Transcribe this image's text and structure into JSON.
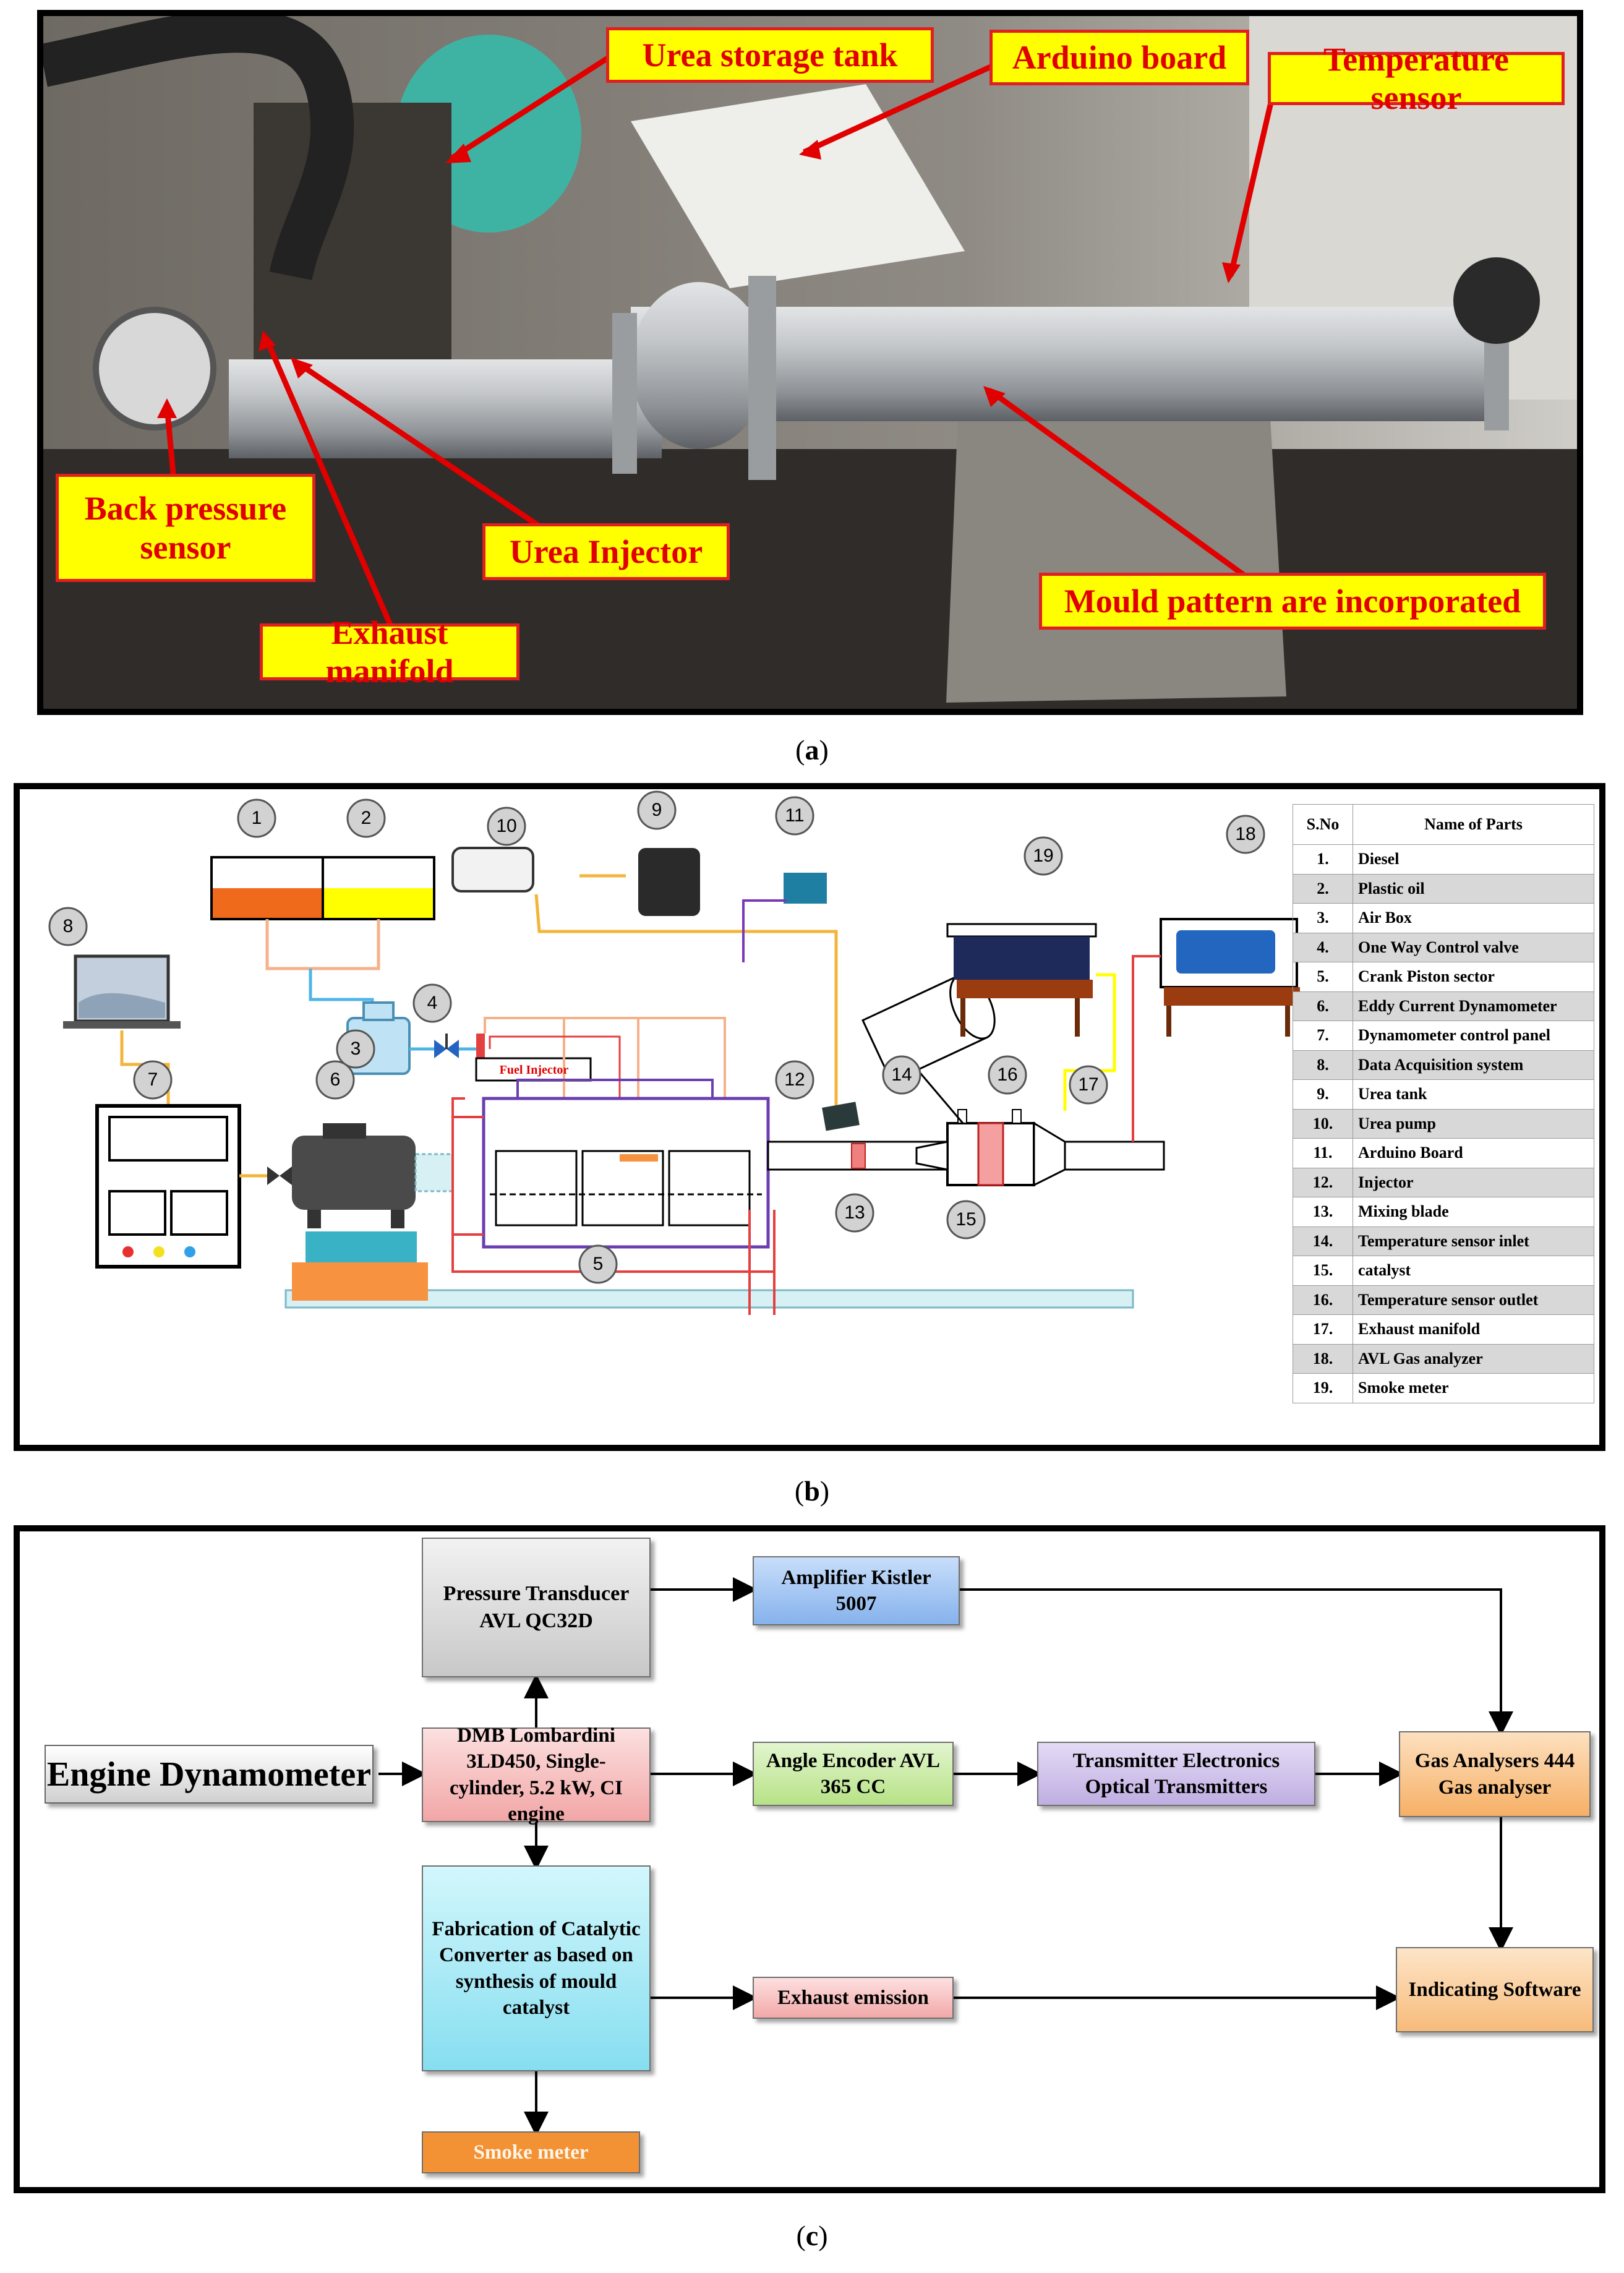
{
  "captions": {
    "a": "a",
    "b": "b",
    "c": "c"
  },
  "panel_a": {
    "callouts": {
      "urea_tank": "Urea storage tank",
      "arduino": "Arduino board",
      "temp_sensor": "Temperature sensor",
      "back_pressure": "Back pressure sensor",
      "urea_injector": "Urea Injector",
      "exhaust_manifold": "Exhaust manifold",
      "mould": "Mould pattern are incorporated"
    }
  },
  "panel_b": {
    "fuel_injector_label": "Fuel Injector",
    "markers": [
      "1",
      "2",
      "3",
      "4",
      "5",
      "6",
      "7",
      "8",
      "9",
      "10",
      "11",
      "12",
      "13",
      "14",
      "15",
      "16",
      "17",
      "18",
      "19"
    ],
    "table": {
      "headers": [
        "S.No",
        "Name of Parts"
      ],
      "rows": [
        [
          "1.",
          "Diesel"
        ],
        [
          "2.",
          "Plastic oil"
        ],
        [
          "3.",
          "Air Box"
        ],
        [
          "4.",
          "One Way Control valve"
        ],
        [
          "5.",
          "Crank Piston sector"
        ],
        [
          "6.",
          "Eddy Current Dynamometer"
        ],
        [
          "7.",
          "Dynamometer  control  panel"
        ],
        [
          "8.",
          "Data  Acquisition system"
        ],
        [
          "9.",
          "Urea tank"
        ],
        [
          "10.",
          "Urea pump"
        ],
        [
          "11.",
          "Arduino Board"
        ],
        [
          "12.",
          "Injector"
        ],
        [
          "13.",
          "Mixing blade"
        ],
        [
          "14.",
          "Temperature sensor inlet"
        ],
        [
          "15.",
          "catalyst"
        ],
        [
          "16.",
          "Temperature sensor outlet"
        ],
        [
          "17.",
          "Exhaust manifold"
        ],
        [
          "18.",
          "AVL Gas analyzer"
        ],
        [
          "19.",
          "Smoke meter"
        ]
      ]
    }
  },
  "panel_c": {
    "engine_dynamometer": "Engine Dynamometer",
    "pressure_transducer": "Pressure Transducer  AVL QC32D",
    "amplifier": "Amplifier Kistler 5007",
    "engine": "DMB Lombardini 3LD450, Single-cylinder, 5.2 kW, CI engine",
    "angle_encoder": "Angle Encoder AVL 365 CC",
    "transmitter": "Transmitter  Electronics Optical Transmitters",
    "gas_analysers": "Gas Analysers 444 Gas analyser",
    "fabrication": "Fabrication of Catalytic Converter as based on synthesis of mould catalyst",
    "exhaust_emission": "Exhaust emission",
    "indicating_software": "Indicating Software",
    "smoke_meter": "Smoke meter"
  },
  "colors": {
    "callout_fill": "#ffff00",
    "callout_text": "#e00000",
    "box_blue": "#9cc4f2",
    "box_green": "#c8eaa0",
    "box_purple": "#cdbfe8",
    "box_orange": "#f9c38a",
    "box_pink": "#f6b6b6",
    "box_cyan": "#a6e9f4",
    "box_smoke": "#f39235"
  }
}
